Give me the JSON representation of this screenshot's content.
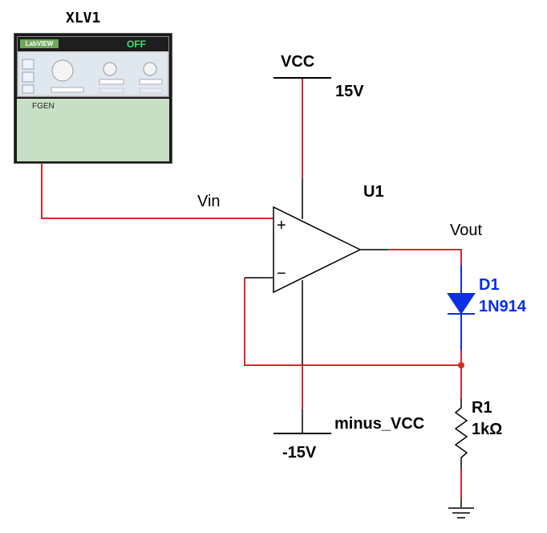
{
  "instrument": {
    "ref": "XLV1",
    "logo": "LabVIEW",
    "state": "OFF",
    "terminal": "FGEN"
  },
  "nets": {
    "vin": "Vin",
    "vout": "Vout"
  },
  "vcc": {
    "name": "VCC",
    "value": "15V"
  },
  "vee": {
    "name": "minus_VCC",
    "value": "-15V"
  },
  "opamp": {
    "ref": "U1",
    "plus": "+",
    "minus": "−"
  },
  "diode": {
    "ref": "D1",
    "part": "1N914"
  },
  "resistor": {
    "ref": "R1",
    "value": "1kΩ"
  },
  "colors": {
    "wire": "#d8282c",
    "component": "#000000",
    "diode": "#0a2fe6",
    "junction": "#d8282c"
  }
}
